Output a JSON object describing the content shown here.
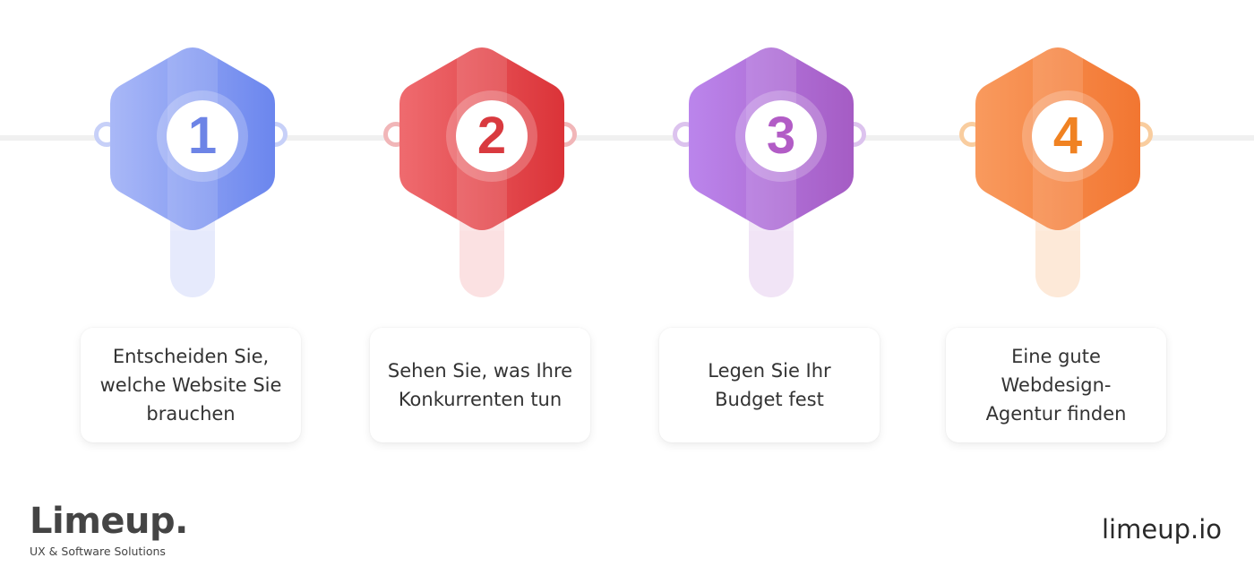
{
  "steps": [
    {
      "number": "1",
      "text": "Entscheiden Sie,\nwelche Website Sie\nbrauchen",
      "color_light": "#a9b8f7",
      "color_dark": "#6b86ee",
      "stem_color": "#e6eafc",
      "knob_color": "#c7d0f8",
      "number_color": "#6d84e6"
    },
    {
      "number": "2",
      "text": "Sehen Sie, was Ihre\nKonkurrenten tun",
      "color_light": "#ef6b6f",
      "color_dark": "#db3338",
      "stem_color": "#fbe1e2",
      "knob_color": "#f1b6b8",
      "number_color": "#d93a3f"
    },
    {
      "number": "3",
      "text": "Legen Sie Ihr\nBudget fest",
      "color_light": "#bb85ec",
      "color_dark": "#a55cc4",
      "stem_color": "#f1e4f6",
      "knob_color": "#dcc3ee",
      "number_color": "#b25cc6"
    },
    {
      "number": "4",
      "text": "Eine gute\nWebdesign-\nAgentur finden",
      "color_light": "#f99a5e",
      "color_dark": "#f27631",
      "stem_color": "#fde9d8",
      "knob_color": "#f9cd9f",
      "number_color": "#f08222"
    }
  ],
  "footer": {
    "logo": "Limeup.",
    "tagline": "UX & Software Solutions",
    "website": "limeup.io"
  }
}
